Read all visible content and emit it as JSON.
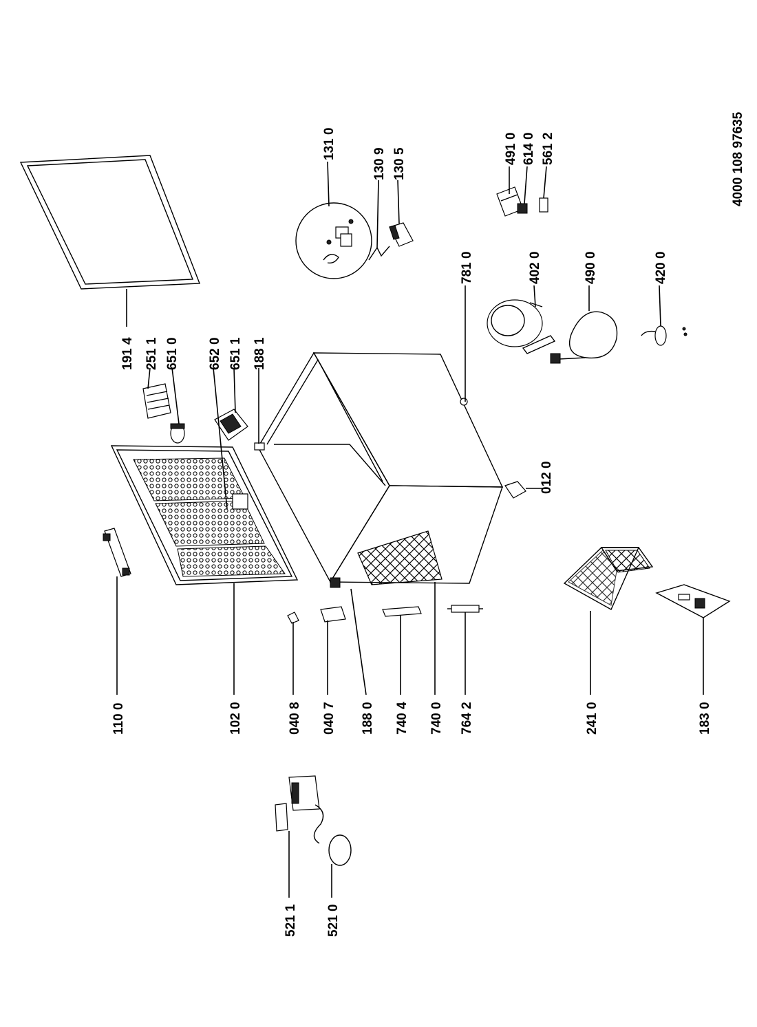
{
  "document_number": "4000 108 97635",
  "callouts": {
    "c1914": "191 4",
    "c2511": "251 1",
    "c6510": "651 0",
    "c6520": "652 0",
    "c6511": "651 1",
    "c1881": "188 1",
    "c1310": "131 0",
    "c1309": "130 9",
    "c1305": "130 5",
    "c7810": "781 0",
    "c4020": "402 0",
    "c4900": "490 0",
    "c4200": "420 0",
    "c4910": "491 0",
    "c6140": "614 0",
    "c5612": "561 2",
    "c0120": "012 0",
    "c1100": "110 0",
    "c1020": "102 0",
    "c0408": "040 8",
    "c0407": "040 7",
    "c1880": "188 0",
    "c7404": "740 4",
    "c7400": "740 0",
    "c7642": "764 2",
    "c2410": "241 0",
    "c1830": "183 0",
    "c5211": "521 1",
    "c5210": "521 0"
  }
}
